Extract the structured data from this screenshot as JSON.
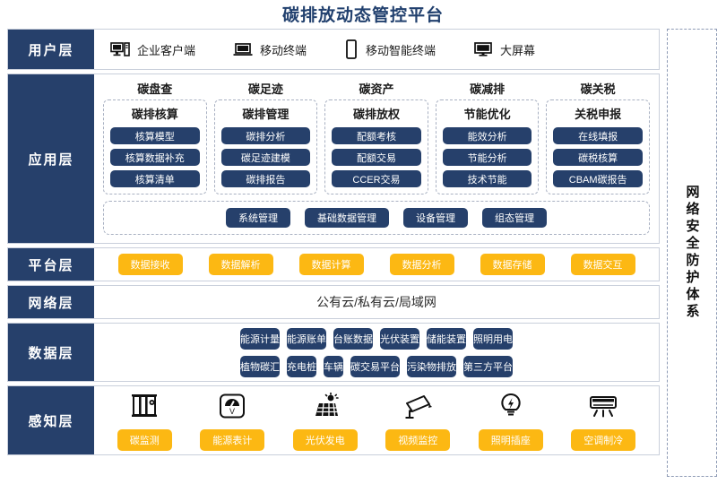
{
  "title": "碳排放动态管控平台",
  "security_band": {
    "label": "网络安全防护体系"
  },
  "layers": {
    "user": {
      "label": "用户层"
    },
    "app": {
      "label": "应用层"
    },
    "platform": {
      "label": "平台层"
    },
    "network": {
      "label": "网络层"
    },
    "data": {
      "label": "数据层"
    },
    "sensing": {
      "label": "感知层"
    }
  },
  "user_layer": {
    "items": [
      {
        "icon": "desktop-tower-icon",
        "label": "企业客户端"
      },
      {
        "icon": "laptop-icon",
        "label": "移动终端"
      },
      {
        "icon": "smartphone-icon",
        "label": "移动智能终端"
      },
      {
        "icon": "monitor-icon",
        "label": "大屏幕"
      }
    ]
  },
  "app_layer": {
    "columns": [
      {
        "title": "碳盘查",
        "box_title": "碳排核算",
        "items": [
          "核算模型",
          "核算数据补充",
          "核算清单"
        ]
      },
      {
        "title": "碳足迹",
        "box_title": "碳排管理",
        "items": [
          "碳排分析",
          "碳足迹建模",
          "碳排报告"
        ]
      },
      {
        "title": "碳资产",
        "box_title": "碳排放权",
        "items": [
          "配额考核",
          "配额交易",
          "CCER交易"
        ]
      },
      {
        "title": "碳减排",
        "box_title": "节能优化",
        "items": [
          "能效分析",
          "节能分析",
          "技术节能"
        ]
      },
      {
        "title": "碳关税",
        "box_title": "关税申报",
        "items": [
          "在线填报",
          "碳税核算",
          "CBAM碳报告"
        ]
      }
    ],
    "management": [
      "系统管理",
      "基础数据管理",
      "设备管理",
      "组态管理"
    ]
  },
  "platform_layer": {
    "items": [
      "数据接收",
      "数据解析",
      "数据计算",
      "数据分析",
      "数据存储",
      "数据交互"
    ]
  },
  "network_layer": {
    "text": "公有云/私有云/局域网"
  },
  "data_layer": {
    "row1": [
      "能源计量",
      "能源账单",
      "台账数据",
      "光伏装置",
      "储能装置",
      "照明用电"
    ],
    "row2": [
      "植物碳汇",
      "充电桩",
      "车辆",
      "碳交易平台",
      "污染物排放",
      "第三方平台"
    ]
  },
  "sensing_layer": {
    "items": [
      {
        "icon": "carbon-sensor-icon",
        "label": "碳监测"
      },
      {
        "icon": "meter-gauge-icon",
        "label": "能源表计"
      },
      {
        "icon": "solar-panel-icon",
        "label": "光伏发电"
      },
      {
        "icon": "cctv-camera-icon",
        "label": "视频监控"
      },
      {
        "icon": "lightbulb-icon",
        "label": "照明插座"
      },
      {
        "icon": "air-conditioner-icon",
        "label": "空调制冷"
      }
    ]
  },
  "colors": {
    "navy": "#26406b",
    "amber": "#fcb813",
    "title_blue": "#21406e",
    "dash_gray": "#a9b1c2"
  }
}
